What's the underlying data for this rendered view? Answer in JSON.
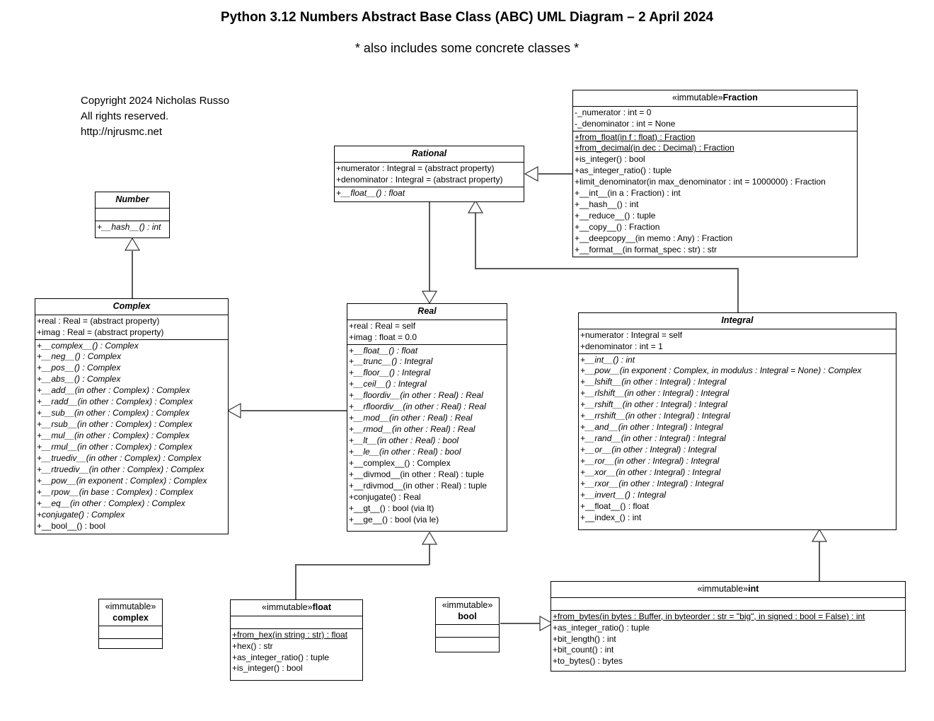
{
  "title": "Python 3.12 Numbers Abstract Base Class (ABC) UML Diagram – 2 April 2024",
  "subtitle": "* also includes some concrete classes *",
  "copyright": {
    "line1": "Copyright 2024 Nicholas Russo",
    "line2": "All rights reserved.",
    "line3": "http://njrusmc.net"
  },
  "classes": {
    "number": {
      "name": "Number",
      "attributes": [],
      "operations": [
        "+__hash__() : int"
      ]
    },
    "complex_abc": {
      "name": "Complex",
      "attributes": [
        "+real : Real = (abstract property)",
        "+imag : Real = (abstract property)"
      ],
      "operations": [
        "+__complex__() : Complex",
        "+__neg__() : Complex",
        "+__pos__() : Complex",
        "+__abs__() : Complex",
        "+__add__(in other : Complex) : Complex",
        "+__radd__(in other : Complex) : Complex",
        "+__sub__(in other : Complex) : Complex",
        "+__rsub__(in other : Complex) : Complex",
        "+__mul__(in other : Complex) : Complex",
        "+__rmul__(in other : Complex) : Complex",
        "+__truediv__(in other : Complex) : Complex",
        "+__rtruediv__(in other : Complex) : Complex",
        "+__pow__(in exponent : Complex) : Complex",
        "+__rpow__(in base : Complex) : Complex",
        "+__eq__(in other : Complex) : Complex",
        "+conjugate() : Complex",
        "+__bool__() : bool"
      ]
    },
    "real": {
      "name": "Real",
      "attributes": [
        "+real : Real = self",
        "+imag : float = 0.0"
      ],
      "operations": [
        "+__float__() : float",
        "+__trunc__() : Integral",
        "+__floor__() : Integral",
        "+__ceil__() : Integral",
        "+__floordiv__(in other : Real) : Real",
        "+__rfloordiv__(in other : Real) : Real",
        "+__mod__(in other : Real) : Real",
        "+__rmod__(in other : Real) : Real",
        "+__lt__(in other : Real) : bool",
        "+__le__(in other : Real) : bool",
        "+__complex__() : Complex",
        "+__divmod__(in other : Real) : tuple",
        "+__rdivmod__(in other : Real) : tuple",
        "+conjugate() : Real",
        "+__gt__() : bool (via lt)",
        "+__ge__() : bool (via le)"
      ]
    },
    "rational": {
      "name": "Rational",
      "attributes": [
        "+numerator : Integral = (abstract property)",
        "+denominator : Integral = (abstract property)"
      ],
      "operations": [
        "+__float__() : float"
      ]
    },
    "integral": {
      "name": "Integral",
      "attributes": [
        "+numerator : Integral = self",
        "+denominator : int = 1"
      ],
      "operations": [
        "+__int__() : int",
        "+__pow__(in exponent : Complex, in modulus : Integral = None) : Complex",
        "+__lshift__(in other : Integral) : Integral",
        "+__rlshift__(in other : Integral) : Integral",
        "+__rshift__(in other : Integral) : Integral",
        "+__rrshift__(in other : Integral) : Integral",
        "+__and__(in other : Integral) : Integral",
        "+__rand__(in other : Integral) : Integral",
        "+__or__(in other : Integral) : Integral",
        "+__ror__(in other : Integral) : Integral",
        "+__xor__(in other : Integral) : Integral",
        "+__rxor__(in other : Integral) : Integral",
        "+__invert__() : Integral",
        "+__float__() : float",
        "+__index_() : int"
      ]
    },
    "fraction": {
      "stereotype": "«immutable»",
      "name": "Fraction",
      "attributes": [
        "-_numerator : int = 0",
        "-_denominator : int = None"
      ],
      "operations": [
        "+from_float(in f : float) : Fraction",
        "+from_decimal(in dec : Decimal) : Fraction",
        "+is_integer() : bool",
        "+as_integer_ratio() : tuple",
        "+limit_denominator(in max_denominator : int = 1000000) : Fraction",
        "+__int__(in a : Fraction) : int",
        "+__hash__() : int",
        "+__reduce__() : tuple",
        "+__copy__() : Fraction",
        "+__deepcopy__(in memo : Any) : Fraction",
        "+__format__(in format_spec : str) : str"
      ]
    },
    "complex_concrete": {
      "stereotype": "«immutable»",
      "name": "complex",
      "attributes": [],
      "operations": []
    },
    "float": {
      "stereotype": "«immutable»",
      "name": "float",
      "attributes": [],
      "operations": [
        "+from_hex(in string : str) : float",
        "+hex() : str",
        "+as_integer_ratio() : tuple",
        "+is_integer() : bool"
      ]
    },
    "bool": {
      "stereotype": "«immutable»",
      "name": "bool",
      "attributes": [],
      "operations": []
    },
    "int": {
      "stereotype": "«immutable»",
      "name": "int",
      "attributes": [],
      "operations": [
        "+from_bytes(in bytes : Buffer, in byteorder : str = \"big\", in signed : bool = False) : int",
        "+as_integer_ratio() : tuple",
        "+bit_length() : int",
        "+bit_count() : int",
        "+to_bytes() : bytes"
      ]
    }
  },
  "style": {
    "line_color": "#595959",
    "border_color": "#000000",
    "background": "#ffffff"
  }
}
